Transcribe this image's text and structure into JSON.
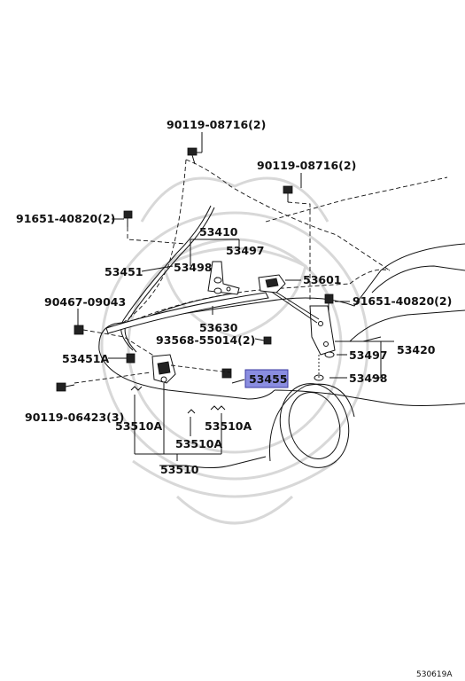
{
  "parts": {
    "p90119_08716_top": "90119-08716(2)",
    "p90119_08716_right": "90119-08716(2)",
    "p91651_40820_left": "91651-40820(2)",
    "p91651_40820_right": "91651-40820(2)",
    "p53410": "53410",
    "p53497_top": "53497",
    "p53498_top": "53498",
    "p53451": "53451",
    "p53601": "53601",
    "p90467_09043": "90467-09043",
    "p53630": "53630",
    "p93568_55014": "93568-55014(2)",
    "p53451A": "53451A",
    "p53455": "53455",
    "p53497_right": "53497",
    "p53420": "53420",
    "p53498_right": "53498",
    "p90119_06423": "90119-06423(3)",
    "p53510A_left": "53510A",
    "p53510A_mid": "53510A",
    "p53510A_bottom": "53510A",
    "p53510": "53510"
  },
  "highlight_color": "#8a8de0",
  "figure_id": "530619A"
}
